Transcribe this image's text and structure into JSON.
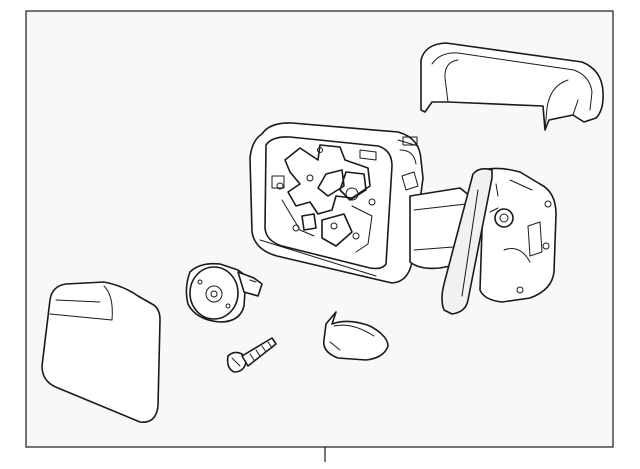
{
  "diagram": {
    "kind": "exploded parts diagram",
    "background_color": "#ffffff",
    "panel_fill": "#f8f8f8",
    "line_color": "#1a1a1a",
    "parts": [
      {
        "id": "mirror-cover-cap",
        "icon": "cover-cap-icon"
      },
      {
        "id": "mirror-housing",
        "icon": "housing-icon"
      },
      {
        "id": "mirror-mount-bracket",
        "icon": "mount-bracket-icon"
      },
      {
        "id": "mirror-glass",
        "icon": "glass-icon"
      },
      {
        "id": "turn-signal-socket",
        "icon": "socket-icon"
      },
      {
        "id": "mounting-screw",
        "icon": "screw-icon"
      },
      {
        "id": "small-cover-clip",
        "icon": "clip-icon"
      }
    ]
  }
}
